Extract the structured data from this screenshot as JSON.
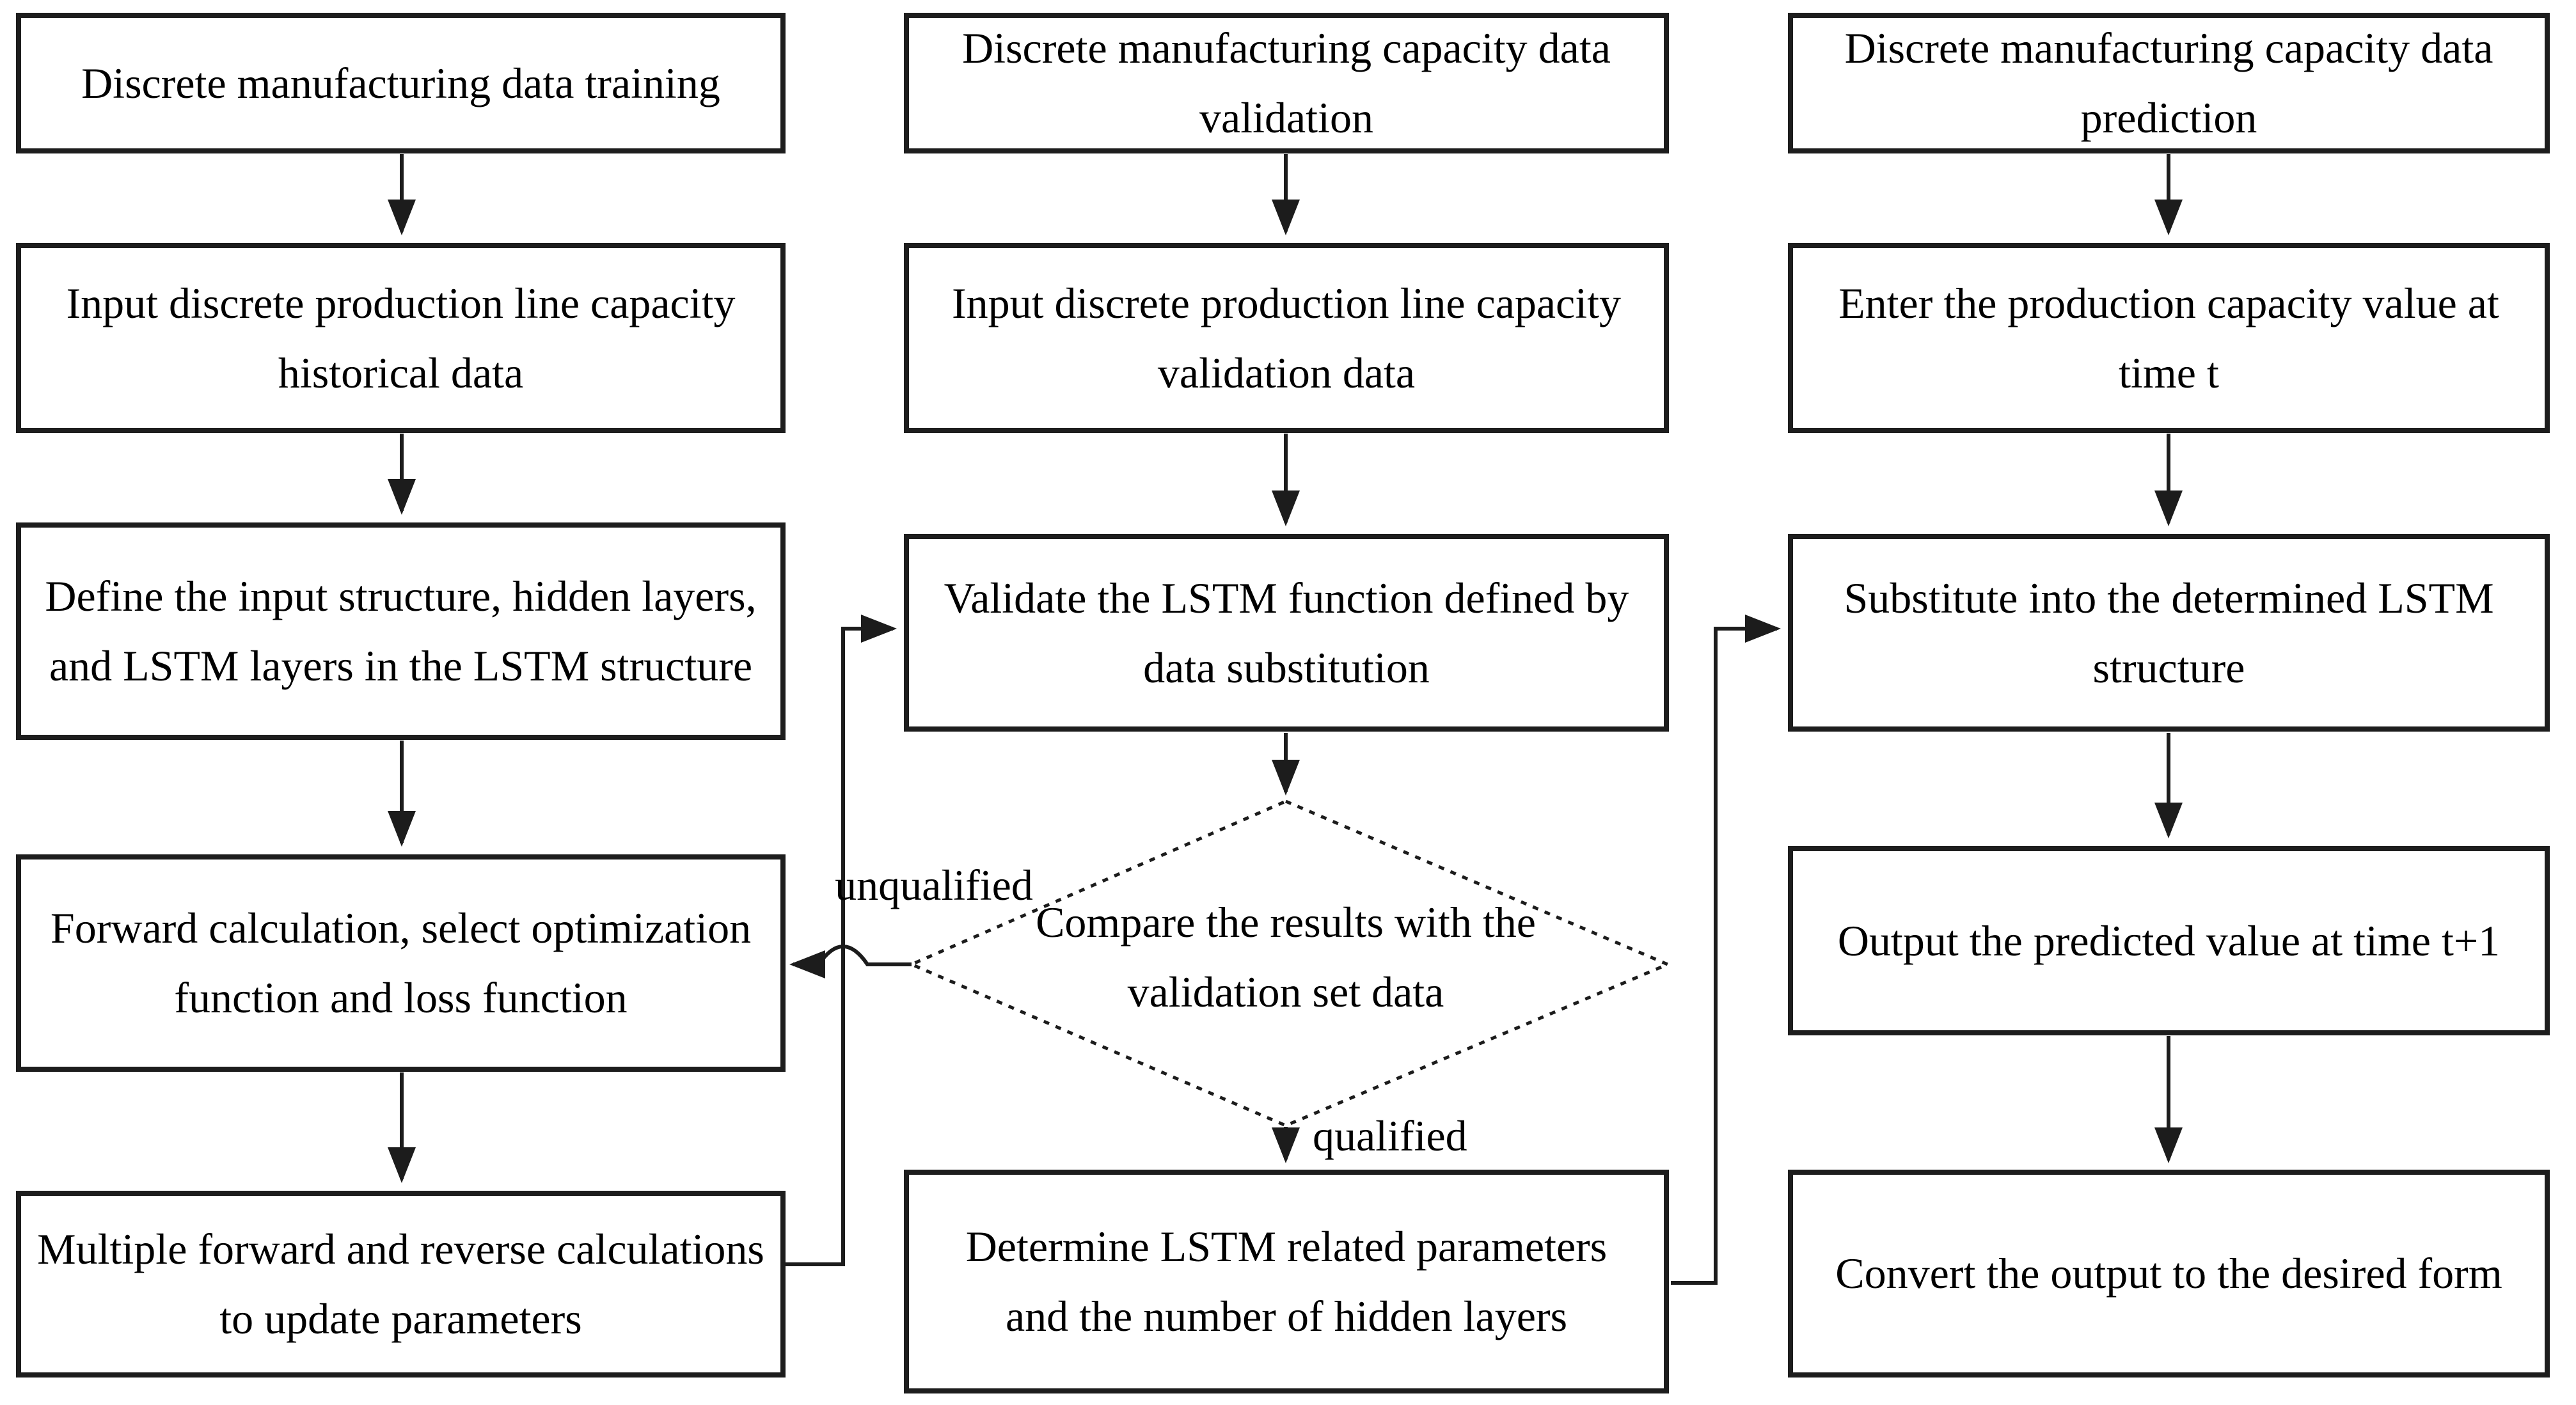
{
  "col_training": {
    "boxes": [
      "Discrete manufacturing data training",
      "Input discrete production line capacity historical data",
      "Define the input structure, hidden layers, and LSTM layers in the LSTM structure",
      "Forward calculation, select optimization function and loss function",
      "Multiple forward and reverse calculations to update parameters"
    ]
  },
  "col_validation": {
    "boxes": [
      "Discrete manufacturing capacity data validation",
      "Input discrete production line capacity validation data",
      "Validate the LSTM function defined by data substitution"
    ],
    "decision": "Compare the results with the validation set data",
    "label_unqualified": "unqualified",
    "label_qualified": "qualified",
    "result_box": "Determine LSTM related parameters and the number of hidden layers"
  },
  "col_prediction": {
    "boxes": [
      "Discrete manufacturing capacity data prediction",
      "Enter the production capacity value at time t",
      "Substitute into the determined LSTM structure",
      "Output the predicted value at time t+1",
      "Convert the output to the desired form"
    ]
  },
  "colors": {
    "background": "#ffffff",
    "box_fill": "#ffffff",
    "box_border": "#1d1d1d",
    "text": "#000000",
    "connector": "#1c1c1c"
  }
}
